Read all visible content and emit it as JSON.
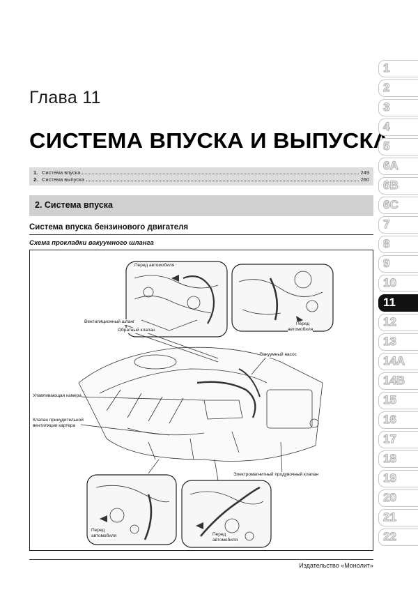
{
  "header": {
    "chapter_label": "Глава 11",
    "chapter_title": "СИСТЕМА ВПУСКА И ВЫПУСКА"
  },
  "toc": [
    {
      "num": "1.",
      "title": "Система впуска",
      "page": "249"
    },
    {
      "num": "2.",
      "title": "Система выпуска",
      "page": "260"
    }
  ],
  "section": {
    "title": "2. Система впуска",
    "subsection": "Система впуска бензинового двигателя",
    "figure_caption": "Схема прокладки вакуумного шланга"
  },
  "figure": {
    "callouts": {
      "front_top": "Перед автомобиля",
      "front_right_1": "Перед",
      "front_right_2": "автомобиля",
      "vent_hose": "Вентиляционный шланг",
      "check_valve": "Обратный клапан",
      "vacuum_pump": "Вакуумный насос",
      "trap_chamber": "Улавливающая камера",
      "pcv_valve_1": "Клапан принудительной",
      "pcv_valve_2": "вентиляции картера",
      "solenoid_valve": "Электромагнитный продувочный клапан",
      "front_bl_1": "Перед",
      "front_bl_2": "автомобиля",
      "front_bm_1": "Перед",
      "front_bm_2": "автомобиля"
    }
  },
  "footer": {
    "publisher": "Издательство «Монолит»"
  },
  "chapter_tabs": [
    "1",
    "2",
    "3",
    "4",
    "5",
    "6A",
    "6B",
    "6C",
    "7",
    "8",
    "9",
    "10",
    "11",
    "12",
    "13",
    "14A",
    "14B",
    "15",
    "16",
    "17",
    "18",
    "19",
    "20",
    "21",
    "22"
  ],
  "active_tab": "11"
}
